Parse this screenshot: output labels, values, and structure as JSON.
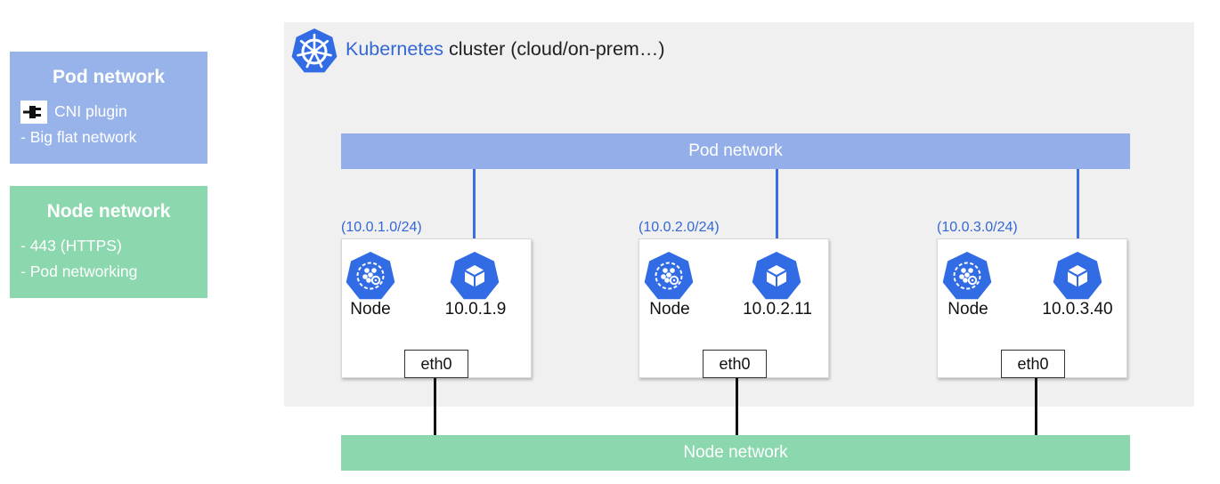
{
  "legend": {
    "pod": {
      "title": "Pod network",
      "line1": "CNI plugin",
      "line2": "- Big flat network"
    },
    "node": {
      "title": "Node network",
      "line1": "- 443 (HTTPS)",
      "line2": "- Pod networking"
    }
  },
  "cluster": {
    "brand": "Kubernetes",
    "suffix": " cluster (cloud/on-prem…)"
  },
  "pod_bar_label": "Pod network",
  "node_bar_label": "Node network",
  "nodes": [
    {
      "cidr": "(10.0.1.0/24)",
      "node_label": "Node",
      "pod_ip": "10.0.1.9",
      "iface": "eth0"
    },
    {
      "cidr": "(10.0.2.0/24)",
      "node_label": "Node",
      "pod_ip": "10.0.2.11",
      "iface": "eth0"
    },
    {
      "cidr": "(10.0.3.0/24)",
      "node_label": "Node",
      "pod_ip": "10.0.3.40",
      "iface": "eth0"
    }
  ],
  "colors": {
    "k8s_blue": "#326ce5",
    "pod_network": "#93aee8",
    "node_network": "#8bd7ae",
    "cluster_bg": "#f0f0f0"
  }
}
